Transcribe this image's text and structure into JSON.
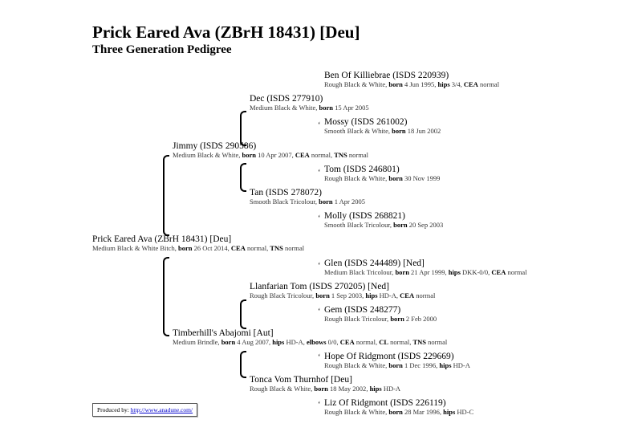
{
  "title": "Prick Eared Ava (ZBrH 18431) [Deu]",
  "subtitle": "Three Generation Pedigree",
  "dogs": {
    "ben": {
      "name": "Ben Of Killiebrae (ISDS 220939)",
      "desc": "Rough Black & White, ",
      "born": "4 Jun 1995",
      "hips": "3/4",
      "cea": "normal"
    },
    "dec": {
      "name": "Dec (ISDS 277910)",
      "desc": "Medium Black & White, ",
      "born": "15 Apr 2005"
    },
    "mossy": {
      "name": "Mossy (ISDS 261002)",
      "desc": "Smooth Black & White, ",
      "born": "18 Jun 2002"
    },
    "jimmy": {
      "name": "Jimmy (ISDS 290586)",
      "desc": "Medium Black & White, ",
      "born": "10 Apr 2007",
      "cea": "normal",
      "tns": "normal"
    },
    "tom": {
      "name": "Tom (ISDS 246801)",
      "desc": "Rough Black & White, ",
      "born": "30 Nov 1999"
    },
    "tan": {
      "name": "Tan (ISDS 278072)",
      "desc": "Smooth Black Tricolour, ",
      "born": "1 Apr 2005"
    },
    "molly": {
      "name": "Molly (ISDS 268821)",
      "desc": "Smooth Black Tricolour, ",
      "born": "20 Sep 2003"
    },
    "ava": {
      "name": "Prick Eared Ava (ZBrH 18431) [Deu]",
      "desc": "Medium Black & White Bitch, ",
      "born": "26 Oct 2014",
      "cea": "normal",
      "tns": "normal"
    },
    "glen": {
      "name": "Glen (ISDS 244489) [Ned]",
      "desc": "Medium Black Tricolour, ",
      "born": "21 Apr 1999",
      "hips": "DKK-0/0",
      "cea": "normal"
    },
    "llanfarian": {
      "name": "Llanfarian Tom (ISDS 270205) [Ned]",
      "desc": "Rough Black Tricolour, ",
      "born": "1 Sep 2003",
      "hips": "HD-A",
      "cea": "normal"
    },
    "gem": {
      "name": "Gem (ISDS 248277)",
      "desc": "Rough Black Tricolour, ",
      "born": "2 Feb 2000"
    },
    "abajomi": {
      "name": "Timberhill's Abajomi [Aut]",
      "desc": "Medium Brindle, ",
      "born": "4 Aug 2007",
      "hips": "HD-A",
      "elbows": "0/0",
      "cea": "normal",
      "cl": "normal",
      "tns": "normal"
    },
    "hope": {
      "name": "Hope Of Ridgmont (ISDS 229669)",
      "desc": "Rough Black & White, ",
      "born": "1 Dec 1996",
      "hips": "HD-A"
    },
    "tonca": {
      "name": "Tonca Vom Thurnhof [Deu]",
      "desc": "Rough Black & White, ",
      "born": "18 May 2002",
      "hips": "HD-A"
    },
    "liz": {
      "name": "Liz Of Ridgmont (ISDS 226119)",
      "desc": "Rough Black & White, ",
      "born": "28 Mar 1996",
      "hips": "HD-C"
    }
  },
  "labels": {
    "born": "born",
    "hips": "hips",
    "cea": "CEA",
    "tns": "TNS",
    "elbows": "elbows",
    "cl": "CL"
  },
  "credit": {
    "text": "Produced by: ",
    "link": "http://www.anadune.com/"
  }
}
